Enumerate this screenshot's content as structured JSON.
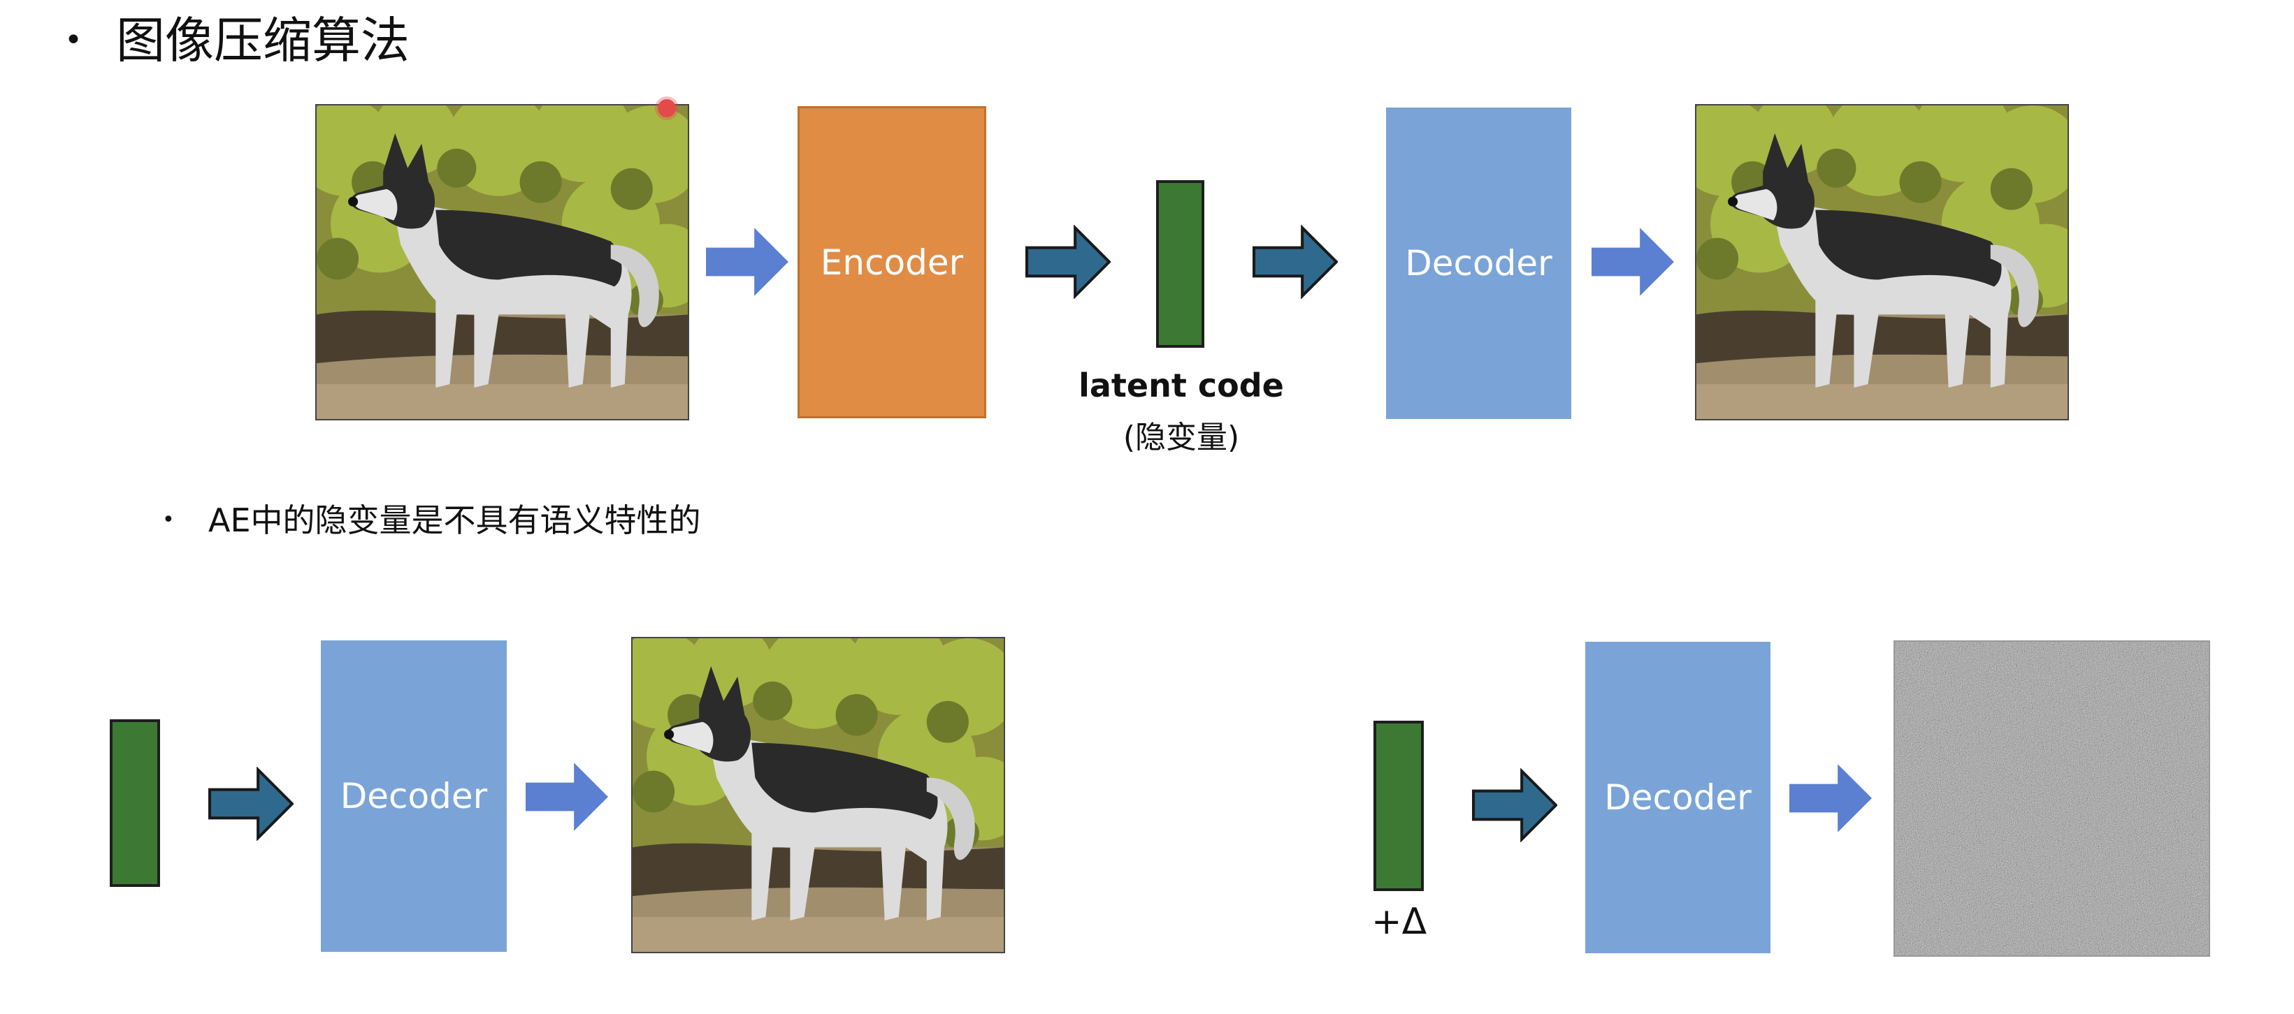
{
  "title": {
    "bullet": "•",
    "text": "图像压缩算法"
  },
  "top_row": {
    "encoder_label": "Encoder",
    "decoder_label": "Decoder",
    "latent_label": "latent code",
    "latent_sub": "(隐变量)"
  },
  "subpoint": {
    "bullet": "•",
    "text": "AE中的隐变量是不具有语义特性的"
  },
  "bottom_left": {
    "decoder_label": "Decoder"
  },
  "bottom_right": {
    "decoder_label": "Decoder",
    "delta_label": "+Δ"
  },
  "colors": {
    "encoder": "#e08c45",
    "decoder": "#7aa4d7",
    "latent": "#3c7a34",
    "arrow_light": "#5b7fd1",
    "arrow_dark": "#2f6a8e"
  }
}
